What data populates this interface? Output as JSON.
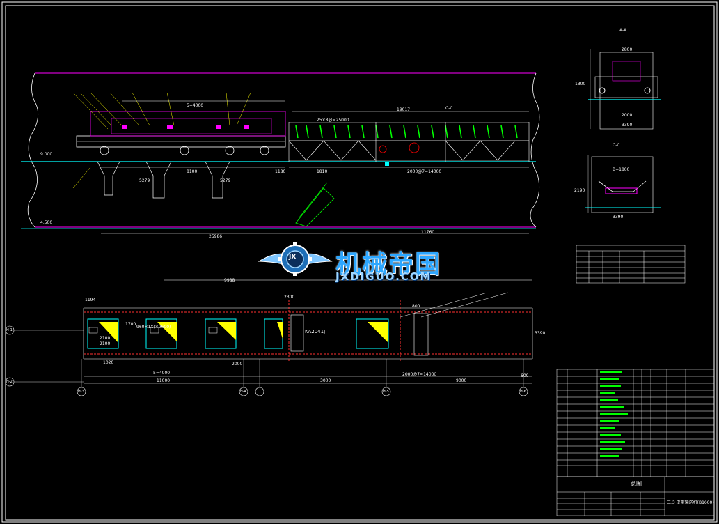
{
  "main_view": {
    "labels": {
      "elev_900": "9.000",
      "elev_450": "4.500",
      "tail_len": "8100",
      "dim_5279a": "5279",
      "dim_5279b": "5279",
      "dim_25986": "25986",
      "dim_11760": "11760",
      "dim_1180": "1180",
      "dim_1810": "1810",
      "dim_19017": "19017",
      "pitch_top": "5=4000",
      "pitch_rollers": "25×8@=25000",
      "dim_len_bottom": "2000@7=14000",
      "mark_c": "C-C"
    }
  },
  "plan_view": {
    "labels": {
      "dim_9988": "9988",
      "dim_2300": "2300",
      "dim_800": "800",
      "dim_1194": "1194",
      "dim_3390": "3390",
      "dim_1020": "1020",
      "dim_2100a": "2100",
      "dim_2100b": "2100",
      "dim_1700": "1700",
      "opening": "960×1X(×9600)",
      "code": "KA2041J",
      "dim_5000": "5=4000",
      "dim_2000a": "2000",
      "dim_11000": "11000",
      "dim_3000": "3000",
      "dim_9000": "9000",
      "dim_600": "600",
      "dim_spacing": "2000@7=14000",
      "axis_hl": "H-1",
      "axis_h2": "H-2",
      "axis_h3": "H-3",
      "axis_h4": "H-4",
      "axis_h5": "H-5",
      "axis_h6": "H-6"
    }
  },
  "section_a": {
    "title": "A-A",
    "dims": {
      "w_top": "2800",
      "w_mid": "2000",
      "w_bot": "3390",
      "h_left": "1300"
    }
  },
  "section_c": {
    "title": "C-C",
    "dims": {
      "w_top": "B=1800",
      "w_bot": "3390",
      "h_left": "2190"
    }
  },
  "watermark": {
    "title": "机械帝国",
    "subtitle": "JXDIGUO.COM",
    "logo_letter": "JX"
  },
  "title_block": {
    "drawing_title": "总图",
    "drawing_name": "二.3 皮带输送机(B1600)"
  },
  "colors": {
    "background": "#000000",
    "outline": "#ffffff",
    "magenta": "#ff00ff",
    "yellow": "#ffff00",
    "green": "#00ff00",
    "cyan": "#00ffff",
    "red": "#ff0000",
    "blue": "#2da7ff"
  }
}
